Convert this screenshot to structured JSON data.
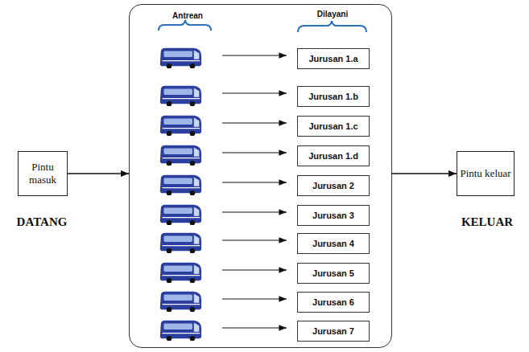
{
  "diagram": {
    "nodes": [
      {
        "text": [
          "Pintu masuk"
        ]
      },
      {
        "text": [
          "Antrean",
          "Dilayani"
        ]
      },
      {
        "text": [
          "Jurusan 1.a"
        ],
        "in": 1
      },
      {
        "text": [
          "Jurusan 1.b"
        ],
        "in": 1
      },
      {
        "text": [
          "Jurusan 1.c"
        ],
        "in": 1
      },
      {
        "text": [
          "Jurusan 1.d"
        ],
        "in": 1
      },
      {
        "text": [
          "Jurusan 2"
        ],
        "in": 1
      },
      {
        "text": [
          "Jurusan 3"
        ],
        "in": 1
      },
      {
        "text": [
          "Jurusan 4"
        ],
        "in": 1
      },
      {
        "text": [
          "Jurusan 5"
        ],
        "in": 1
      },
      {
        "text": [
          "Jurusan 6"
        ],
        "in": 1
      },
      {
        "text": [
          "Jurusan 7"
        ],
        "in": 1
      },
      {
        "text": [
          "Pintu keluar"
        ]
      }
    ],
    "edges": [
      {
        "from": 0,
        "to": 1,
        "arrow": "to"
      },
      {
        "from": 1,
        "to": 12,
        "arrow": "to"
      }
    ],
    "labels": [
      "DATANG",
      "KELUAR"
    ]
  }
}
